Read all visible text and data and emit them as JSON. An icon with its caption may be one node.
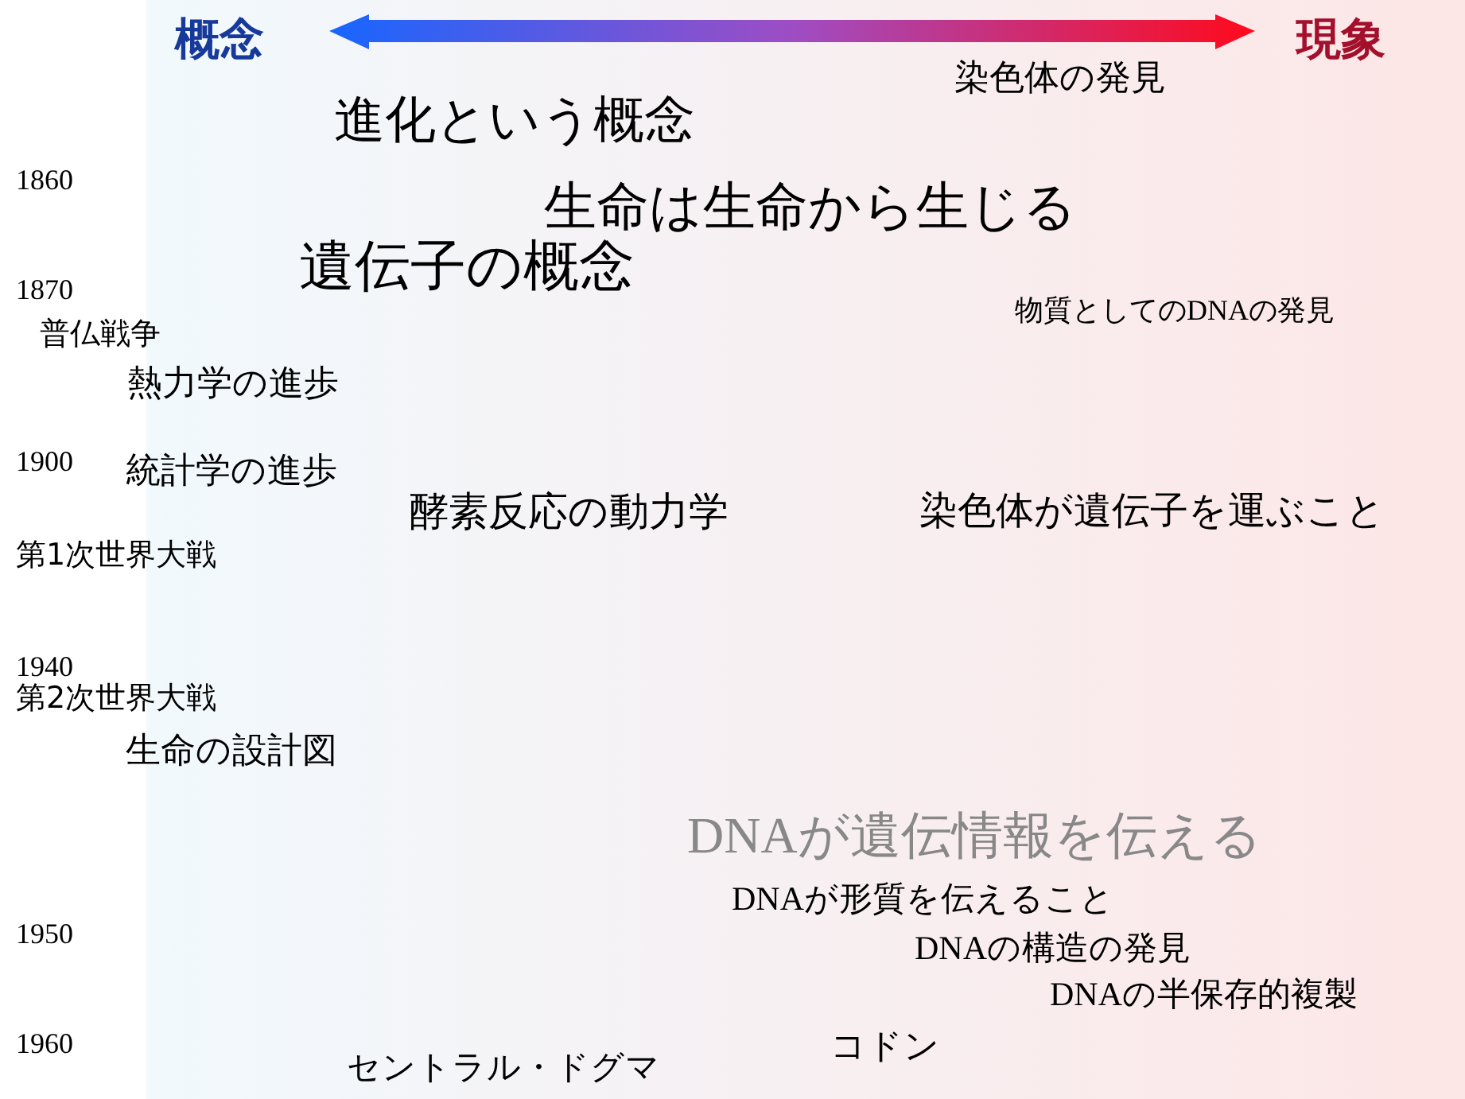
{
  "diagram": {
    "labels": [
      "概念",
      "現象",
      "染色体の発見",
      "進化という概念",
      "1860",
      "生命は生命から生じる",
      "遺伝子の概念",
      "1870",
      "物質としてのDNAの発見",
      "普仏戦争",
      "熱力学の進歩",
      "1900",
      "統計学の進歩",
      "酵素反応の動力学",
      "染色体が遺伝子を運ぶこと",
      "第1次世界大戦",
      "1940",
      "第2次世界大戦",
      "生命の設計図",
      "DNAが遺伝情報を伝える",
      "DNAが形質を伝えること",
      "1950",
      "DNAの構造の発見",
      "DNAの半保存的複製",
      "1960",
      "コドン",
      "セントラル・ドグマ"
    ]
  }
}
